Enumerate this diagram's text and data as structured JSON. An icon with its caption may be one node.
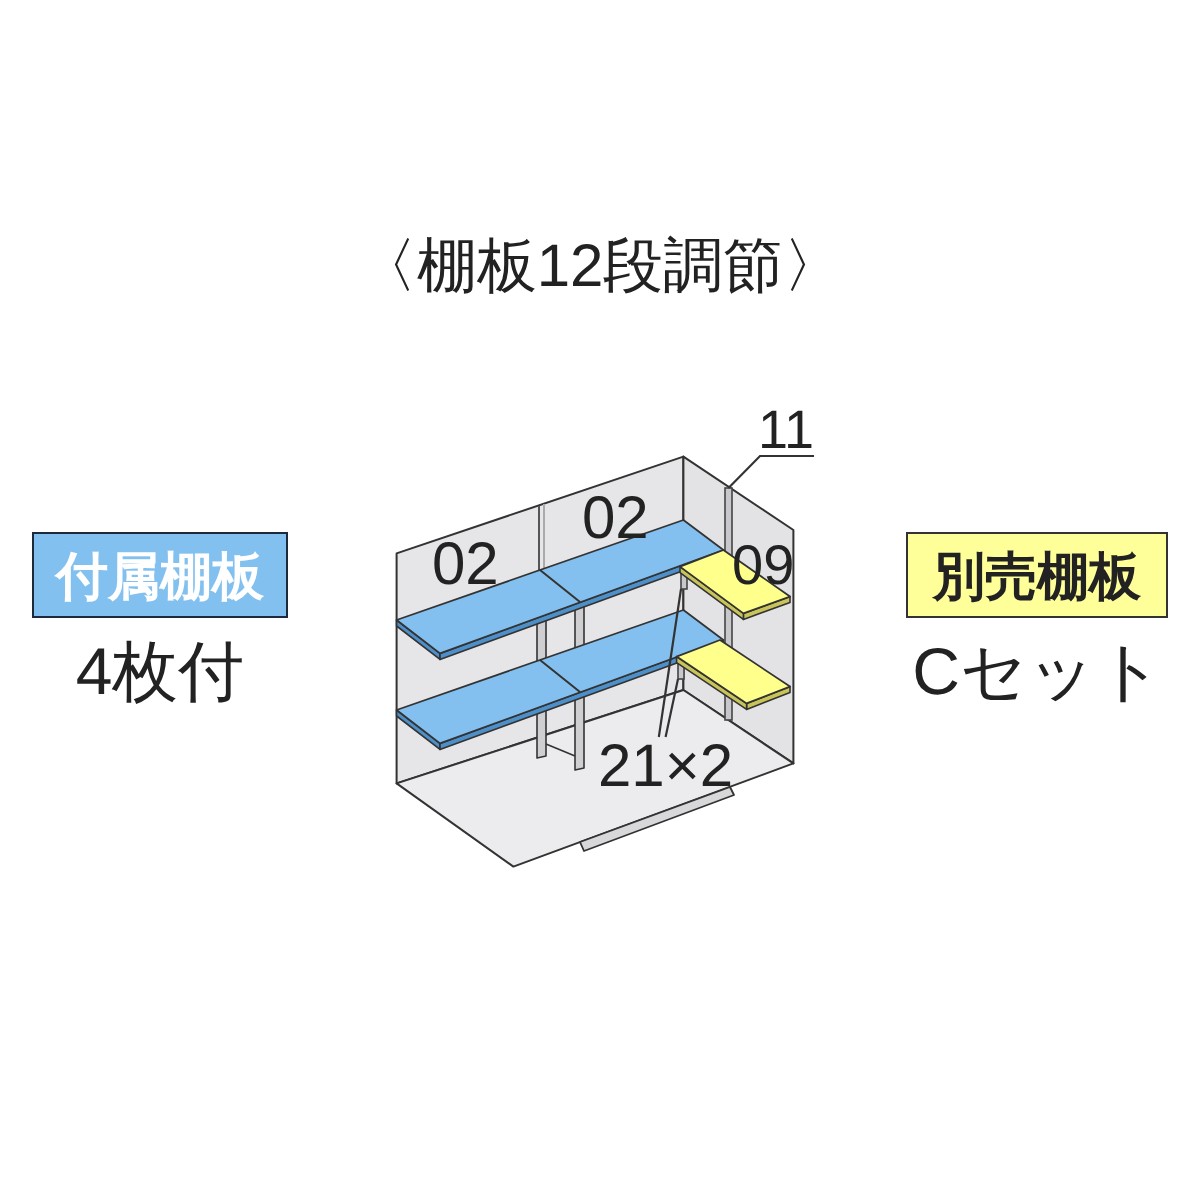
{
  "diagram": {
    "title": "〈棚板12段調節〉",
    "nodes": [
      {
        "text": [
          "付属棚板"
        ],
        "beside": [
          "4枚付"
        ]
      },
      {
        "text": [
          "別売棚板"
        ],
        "beside": [
          "Cセット"
        ]
      },
      {
        "text": [
          "11"
        ]
      },
      {
        "text": [
          "21×2"
        ]
      },
      {
        "text": [],
        "shape": "bar"
      },
      {
        "text": [],
        "shape": "bar"
      },
      {
        "text": [],
        "shape": "bar"
      }
    ],
    "edges": [
      {
        "from": 2,
        "to": 4,
        "arrow": "none"
      },
      {
        "from": 3,
        "to": 5,
        "arrow": "none"
      },
      {
        "from": 3,
        "to": 6,
        "arrow": "none"
      }
    ],
    "labels": [
      "02",
      "02",
      "09"
    ]
  }
}
